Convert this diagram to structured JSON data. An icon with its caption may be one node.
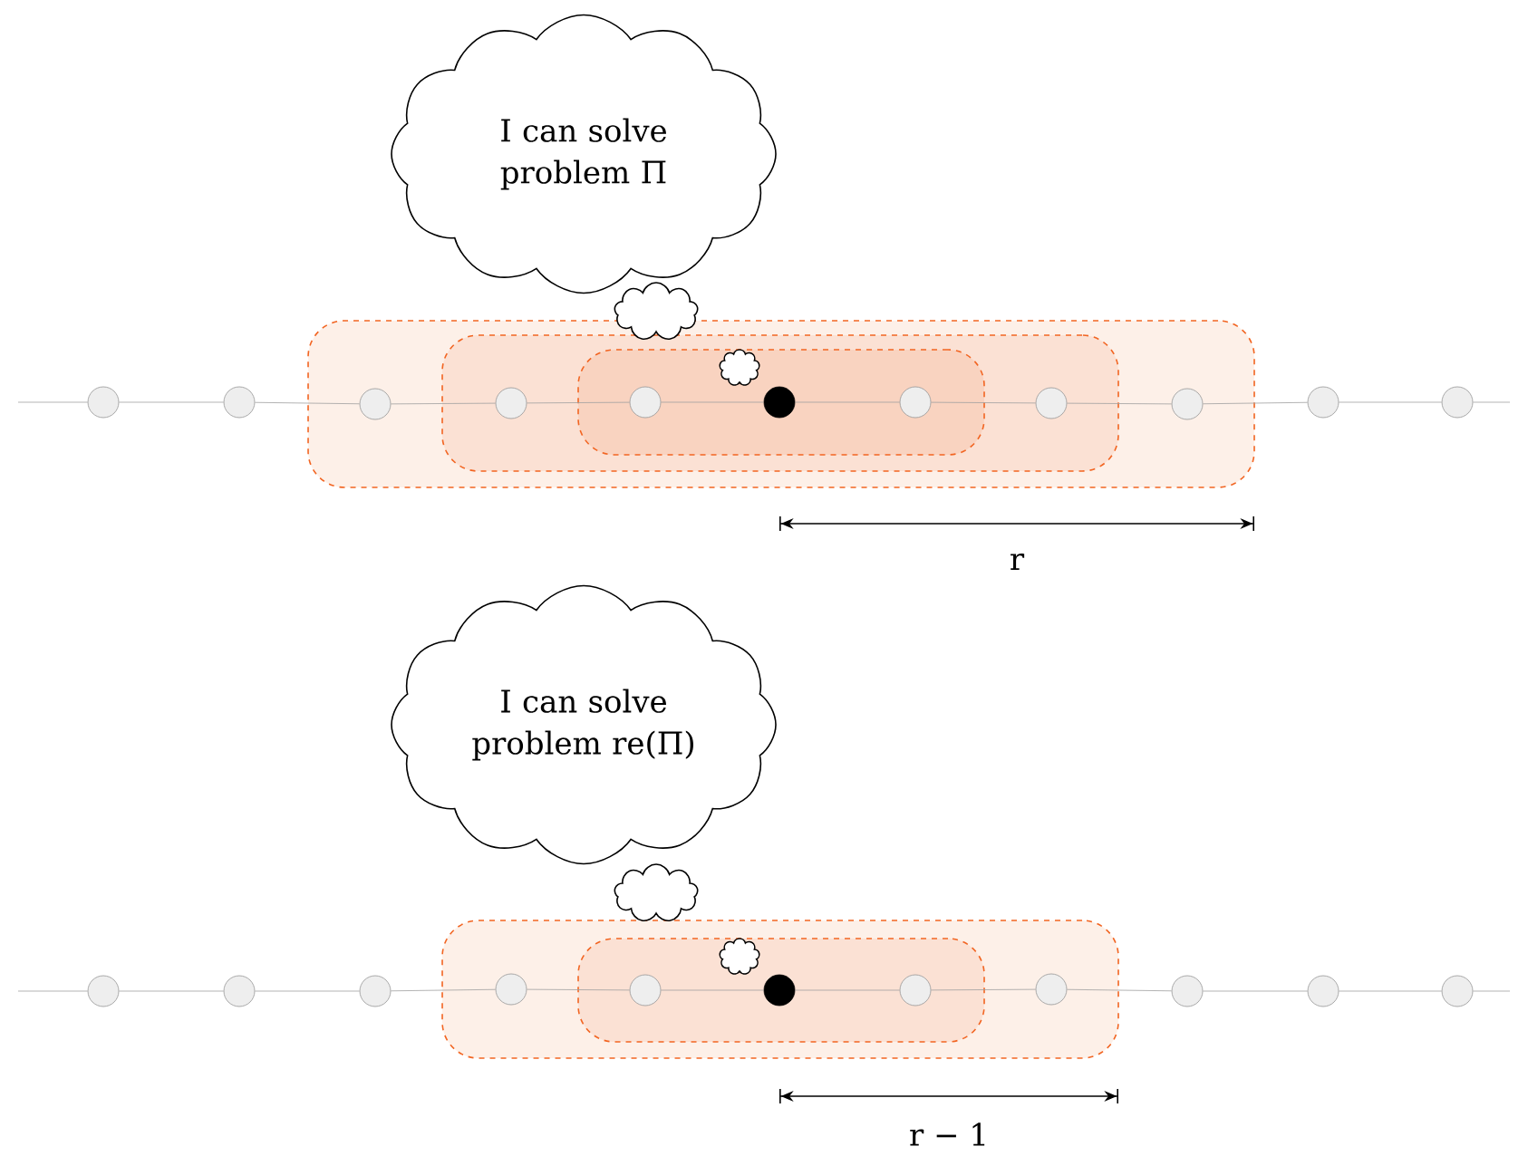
{
  "diagram": {
    "nodes": [
      {
        "text": [
          "I can solve problem Π"
        ]
      },
      {
        "text": [],
        "shape": "box"
      },
      {
        "text": [],
        "shape": "box",
        "in": 1
      },
      {
        "text": [],
        "shape": "box",
        "in": 2
      },
      {
        "text": [],
        "shape": "circle"
      },
      {
        "text": [],
        "shape": "circle"
      },
      {
        "text": [],
        "shape": "circle",
        "in": 1
      },
      {
        "text": [],
        "shape": "circle",
        "in": 2
      },
      {
        "text": [],
        "shape": "circle",
        "in": 3
      },
      {
        "text": [],
        "shape": "dot",
        "in": 3
      },
      {
        "text": [],
        "shape": "circle",
        "in": 3
      },
      {
        "text": [],
        "shape": "circle",
        "in": 2
      },
      {
        "text": [],
        "shape": "circle",
        "in": 1
      },
      {
        "text": [],
        "shape": "circle"
      },
      {
        "text": [],
        "shape": "circle"
      },
      {
        "text": [
          "I can solve problem re(Π)"
        ]
      },
      {
        "text": [],
        "shape": "box"
      },
      {
        "text": [],
        "shape": "box",
        "in": 16
      },
      {
        "text": [],
        "shape": "circle"
      },
      {
        "text": [],
        "shape": "circle"
      },
      {
        "text": [],
        "shape": "circle"
      },
      {
        "text": [],
        "shape": "circle",
        "in": 16
      },
      {
        "text": [],
        "shape": "circle",
        "in": 17
      },
      {
        "text": [],
        "shape": "dot",
        "in": 17
      },
      {
        "text": [],
        "shape": "circle",
        "in": 17
      },
      {
        "text": [],
        "shape": "circle",
        "in": 16
      },
      {
        "text": [],
        "shape": "circle"
      },
      {
        "text": [],
        "shape": "circle"
      },
      {
        "text": [],
        "shape": "circle"
      }
    ],
    "edges": [
      {
        "from": null,
        "to": 4,
        "arrow": "none"
      },
      {
        "from": 4,
        "to": 5,
        "arrow": "none"
      },
      {
        "from": 5,
        "to": 6,
        "arrow": "none"
      },
      {
        "from": 6,
        "to": 7,
        "arrow": "none"
      },
      {
        "from": 7,
        "to": 8,
        "arrow": "none"
      },
      {
        "from": 8,
        "to": 9,
        "arrow": "none"
      },
      {
        "from": 9,
        "to": 10,
        "arrow": "none"
      },
      {
        "from": 10,
        "to": 11,
        "arrow": "none"
      },
      {
        "from": 11,
        "to": 12,
        "arrow": "none"
      },
      {
        "from": 12,
        "to": 13,
        "arrow": "none"
      },
      {
        "from": 13,
        "to": 14,
        "arrow": "none"
      },
      {
        "from": 14,
        "to": null,
        "arrow": "none"
      },
      {
        "from": null,
        "to": 18,
        "arrow": "none"
      },
      {
        "from": 18,
        "to": 19,
        "arrow": "none"
      },
      {
        "from": 19,
        "to": 20,
        "arrow": "none"
      },
      {
        "from": 20,
        "to": 21,
        "arrow": "none"
      },
      {
        "from": 21,
        "to": 22,
        "arrow": "none"
      },
      {
        "from": 22,
        "to": 23,
        "arrow": "none"
      },
      {
        "from": 23,
        "to": 24,
        "arrow": "none"
      },
      {
        "from": 24,
        "to": 25,
        "arrow": "none"
      },
      {
        "from": 25,
        "to": 26,
        "arrow": "none"
      },
      {
        "from": 26,
        "to": 27,
        "arrow": "none"
      },
      {
        "from": 27,
        "to": 28,
        "arrow": "none"
      },
      {
        "from": 28,
        "to": null,
        "arrow": "none"
      }
    ],
    "labels": [
      "r",
      "r − 1"
    ]
  }
}
